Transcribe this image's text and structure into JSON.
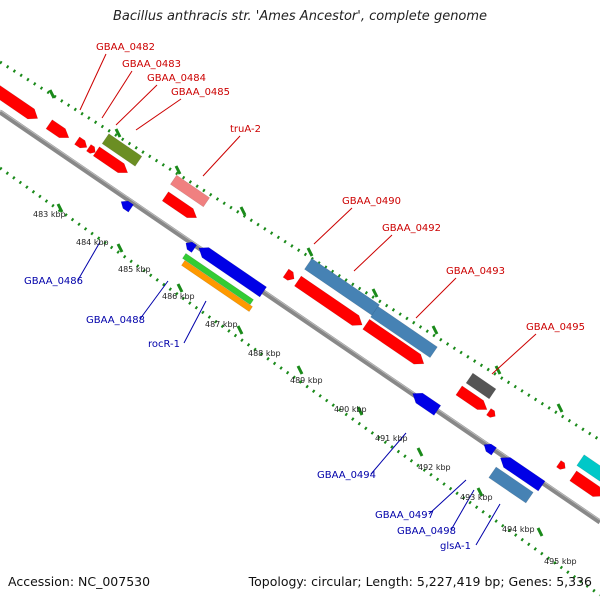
{
  "title": "Bacillus anthracis str. 'Ames Ancestor', complete genome",
  "footer": {
    "accession": "Accession: NC_007530",
    "topology": "Topology: circular; Length: 5,227,419 bp; Genes: 5,336"
  },
  "colors": {
    "forward_gene": "#ff0000",
    "reverse_gene": "#0000e6",
    "forward_label": "#cc0000",
    "reverse_label": "#0000aa",
    "pseudo_gene": "#4682b4",
    "trna": "#f08080",
    "rrna_olive": "#6b8e23",
    "misc_grey": "#555555",
    "cyan_feature": "#00c8c8",
    "green_feature": "#33cc33",
    "orange_feature": "#ff9900",
    "backbone": "#777777",
    "tick_dots": "#1a8a1a"
  },
  "scale_labels": [
    "483 kbp",
    "484 kbp",
    "485 kbp",
    "486 kbp",
    "487 kbp",
    "488 kbp",
    "489 kbp",
    "490 kbp",
    "491 kbp",
    "492 kbp",
    "493 kbp",
    "494 kbp",
    "495 kbp"
  ],
  "forward_labels": [
    "GBAA_0482",
    "GBAA_0483",
    "GBAA_0484",
    "GBAA_0485",
    "truA-2",
    "GBAA_0490",
    "GBAA_0492",
    "GBAA_0493",
    "GBAA_0495"
  ],
  "reverse_labels": [
    "GBAA_0486",
    "GBAA_0488",
    "rocR-1",
    "GBAA_0494",
    "GBAA_0497",
    "GBAA_0498",
    "glsA-1"
  ]
}
